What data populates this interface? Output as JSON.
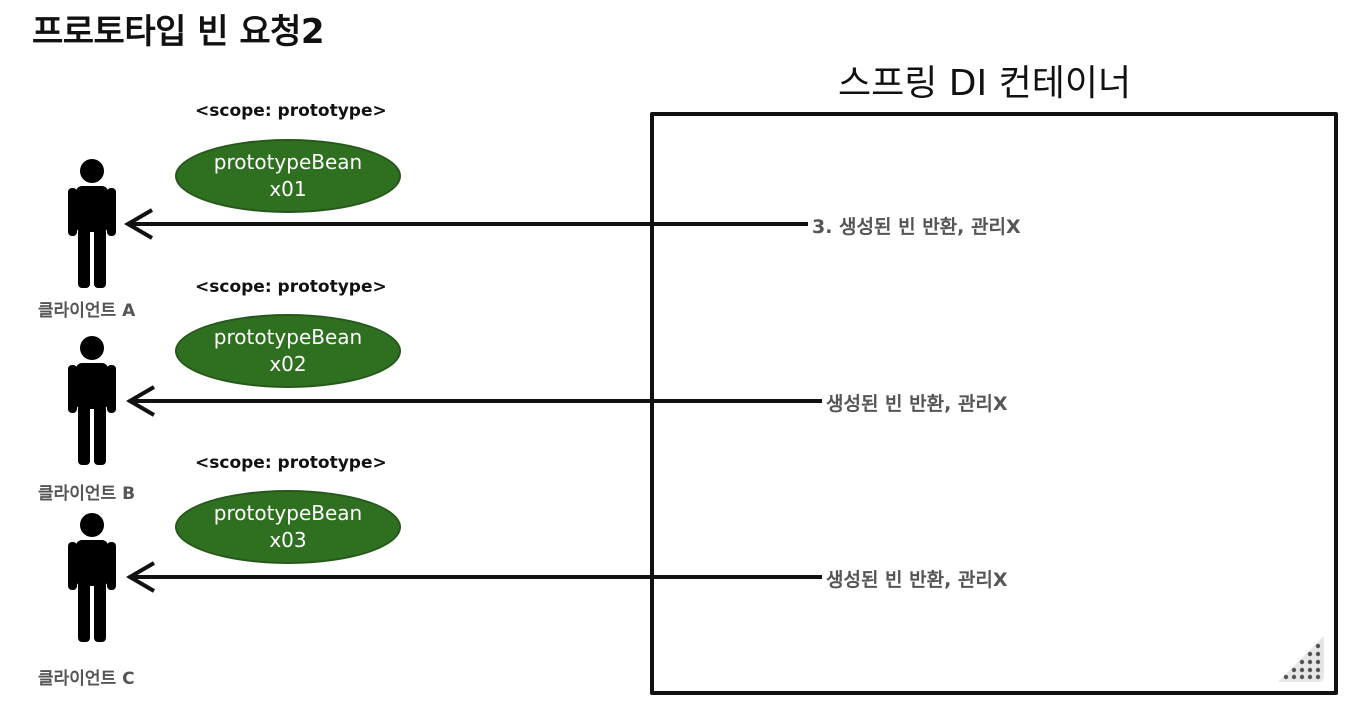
{
  "title": "프로토타입 빈 요청2",
  "container": {
    "title": "스프링 DI 컨테이너"
  },
  "requests": [
    {
      "scope_label": "<scope: prototype>",
      "bean_name": "prototypeBean",
      "bean_id": "x01",
      "client_label": "클라이언트 A",
      "arrow_label": "3. 생성된 빈 반환, 관리X"
    },
    {
      "scope_label": "<scope: prototype>",
      "bean_name": "prototypeBean",
      "bean_id": "x02",
      "client_label": "클라이언트 B",
      "arrow_label": "생성된 빈 반환, 관리X"
    },
    {
      "scope_label": "<scope: prototype>",
      "bean_name": "prototypeBean",
      "bean_id": "x03",
      "client_label": "클라이언트 C",
      "arrow_label": "생성된 빈 반환, 관리X"
    }
  ],
  "colors": {
    "bean_fill": "#2f6f20",
    "arrow": "#111111",
    "label_gray": "#555555"
  },
  "icons": [
    "person-icon",
    "resize-handle-icon"
  ]
}
